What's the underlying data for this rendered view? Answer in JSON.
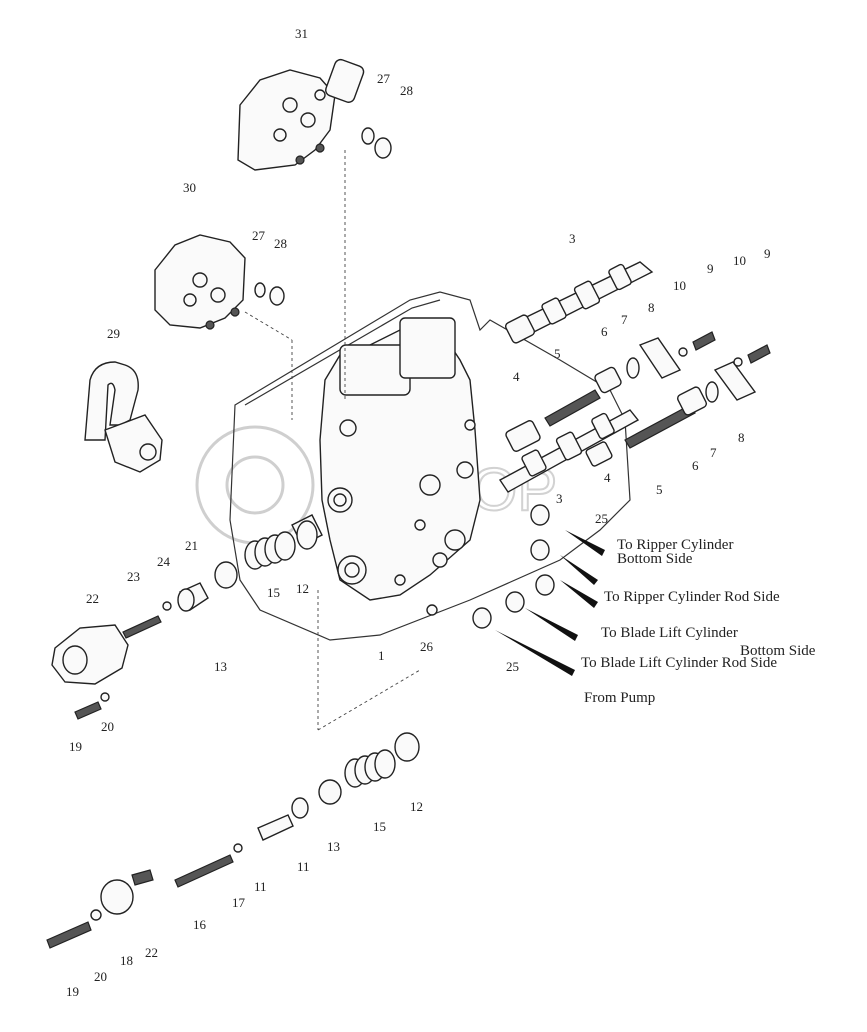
{
  "watermark": "ROTOP",
  "callouts": {
    "n1": "1",
    "n3a": "3",
    "n3b": "3",
    "n4a": "4",
    "n4b": "4",
    "n5a": "5",
    "n5b": "5",
    "n6a": "6",
    "n6b": "6",
    "n7a": "7",
    "n7b": "7",
    "n8a": "8",
    "n8b": "8",
    "n9a": "9",
    "n9b": "9",
    "n10a": "10",
    "n10b": "10",
    "n11": "11",
    "n12a": "12",
    "n12b": "12",
    "n13a": "13",
    "n13b": "13",
    "n15a": "15",
    "n15b": "15",
    "n16": "16",
    "n17": "17",
    "n18": "18",
    "n19a": "19",
    "n19b": "19",
    "n20a": "20",
    "n20b": "20",
    "n21": "21",
    "n22a": "22",
    "n22b": "22",
    "n23": "23",
    "n24": "24",
    "n25a": "25",
    "n25b": "25",
    "n26": "26",
    "n27a": "27",
    "n27b": "27",
    "n28a": "28",
    "n28b": "28",
    "n29": "29",
    "n30": "30",
    "n31": "31"
  },
  "labels": {
    "ripper_bottom_1": "To Ripper Cylinder",
    "ripper_bottom_2": "Bottom Side",
    "ripper_rod": "To Ripper Cylinder Rod Side",
    "blade_bottom_1": "To Blade Lift Cylinder",
    "blade_bottom_2": "Bottom Side",
    "blade_rod": "To Blade Lift Cylinder Rod Side",
    "from_pump": "From Pump"
  }
}
